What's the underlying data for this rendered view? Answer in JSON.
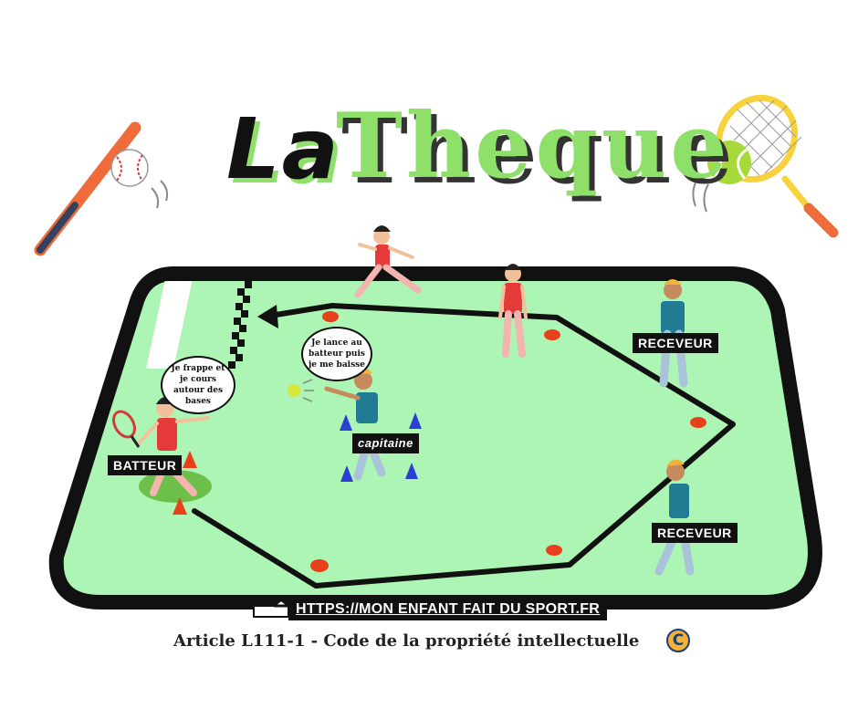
{
  "title": {
    "la": "La",
    "theque": "Theque"
  },
  "bubbles": {
    "batter": "Je frappe et je cours autour des bases",
    "pitcher": "Je lance au batteur puis je me baisse"
  },
  "labels": {
    "batter": "BATTEUR",
    "captain": "capitaine",
    "receiver_1": "RECEVEUR",
    "receiver_2": "RECEVEUR"
  },
  "footer": {
    "url": "HTTPS://MON ENFANT FAIT DU SPORT.FR",
    "article": "Article L111-1 - Code de la propriété intellectuelle",
    "copyright_symbol": "C"
  },
  "colors": {
    "field": "#adf5b5",
    "field_border": "#111111",
    "title_green": "#8ee06a",
    "cone_orange": "#e8401a",
    "cone_blue": "#2b3fd6",
    "bat_orange": "#f06b3a",
    "racket_yellow": "#f7d23d",
    "ball_green": "#a7d93a"
  }
}
